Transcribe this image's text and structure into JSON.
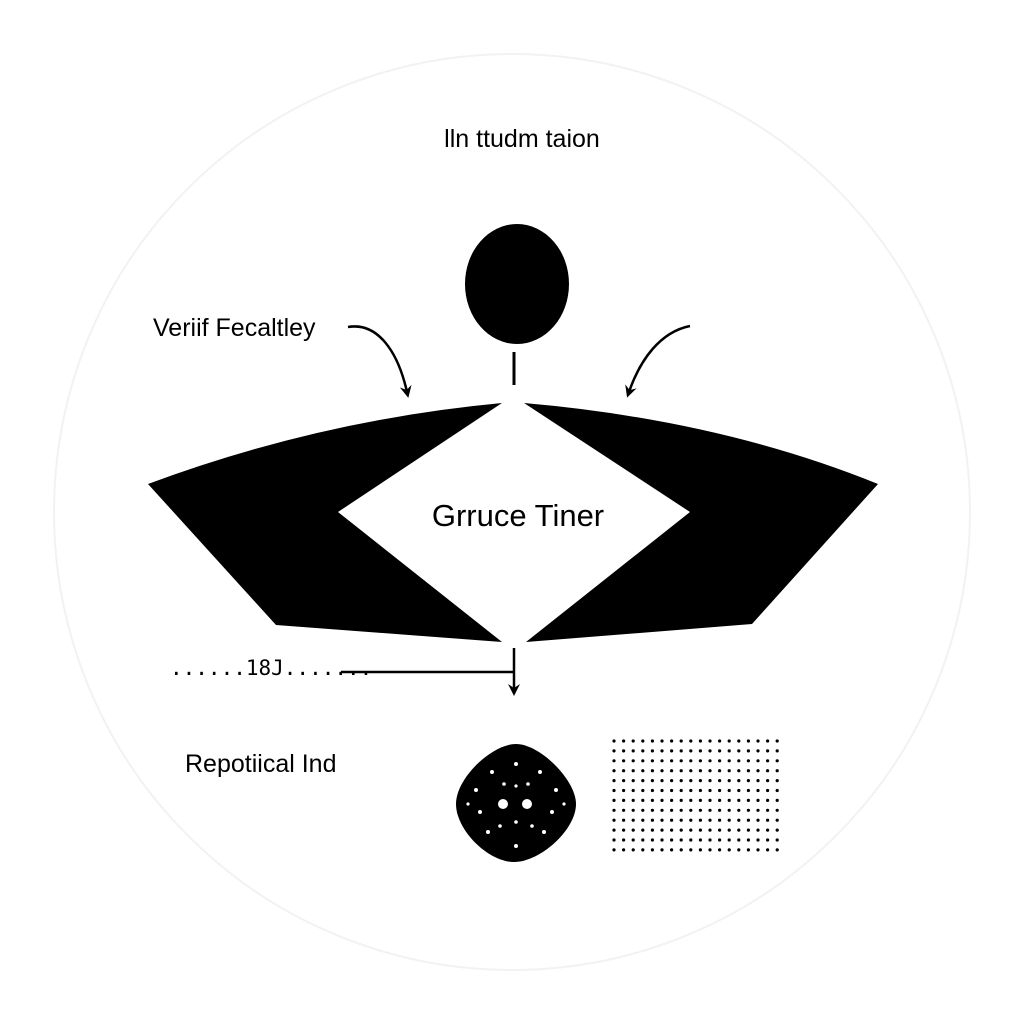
{
  "diagram": {
    "title": "lln ttudm taion",
    "side_label": "Veriif Fecaltley",
    "center_label": "Grruce Tiner",
    "dotted_label": "......18J.......",
    "bottom_label": "Repotiical Ind"
  },
  "colors": {
    "ink": "#000000",
    "background": "#ffffff",
    "ring": "#f2f2f2"
  },
  "icons": {
    "head": "head-circle-icon",
    "wings": "wing-shape-icon",
    "blob": "dotted-blob-icon",
    "grid": "dot-grid-icon"
  }
}
